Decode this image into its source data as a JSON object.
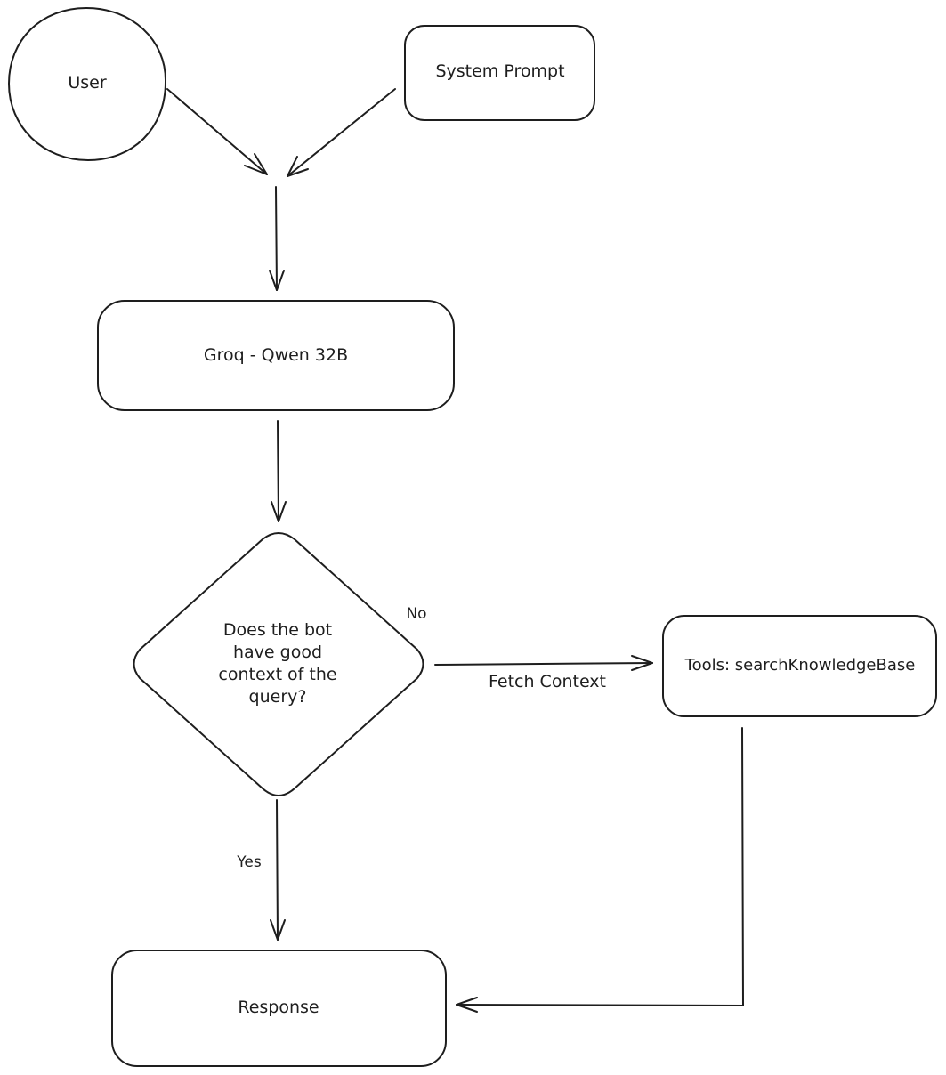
{
  "diagram": {
    "stroke_color": "#1e1e1e",
    "background": "#ffffff",
    "nodes": {
      "user": {
        "label": "User",
        "shape": "circle"
      },
      "system_prompt": {
        "label": "System Prompt",
        "shape": "rounded-rectangle"
      },
      "model": {
        "label": "Groq - Qwen 32B",
        "shape": "rounded-rectangle"
      },
      "decision": {
        "label": "Does the bot have good context of the query?",
        "shape": "diamond"
      },
      "tools": {
        "label": "Tools: searchKnowledgeBase",
        "shape": "rounded-rectangle"
      },
      "response": {
        "label": "Response",
        "shape": "rounded-rectangle"
      }
    },
    "edges": {
      "no_label": "No",
      "fetch_context_label": "Fetch Context",
      "yes_label": "Yes"
    }
  }
}
